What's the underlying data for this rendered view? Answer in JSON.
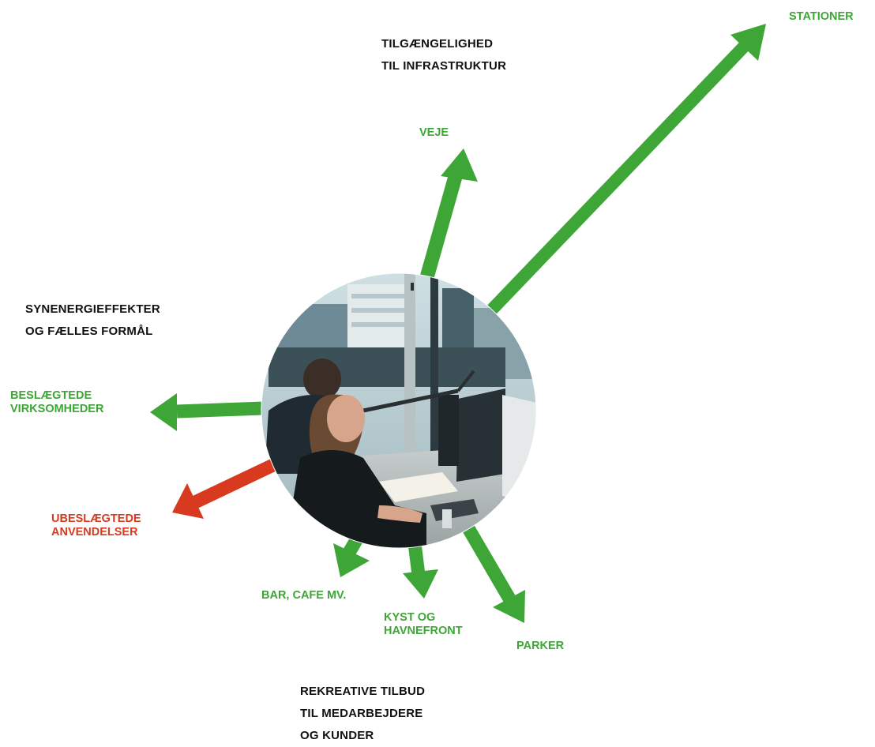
{
  "colors": {
    "accent_green": "#3ea636",
    "accent_red": "#d73a1f",
    "text_dark": "#111111"
  },
  "headings": {
    "infrastructure": [
      "TILGÆNGELIGHED",
      "TIL INFRASTRUKTUR"
    ],
    "synergy": [
      "SYNENERGIEFFEKTER",
      "OG FÆLLES FORMÅL"
    ],
    "recreation": [
      "REKREATIVE TILBUD",
      "TIL MEDARBEJDERE",
      "OG KUNDER"
    ]
  },
  "labels": {
    "stationer": [
      "STATIONER"
    ],
    "veje": [
      "VEJE"
    ],
    "beslaegtede": [
      "BESLÆGTEDE",
      "VIRKSOMHEDER"
    ],
    "ubeslaegtede": [
      "UBESLÆGTEDE",
      "ANVENDELSER"
    ],
    "bar_cafe": [
      "BAR, CAFE MV."
    ],
    "kyst": [
      "KYST OG",
      "HAVNEFRONT"
    ],
    "parker": [
      "PARKER"
    ]
  },
  "photo": {
    "subject": "office-workers-photo"
  }
}
